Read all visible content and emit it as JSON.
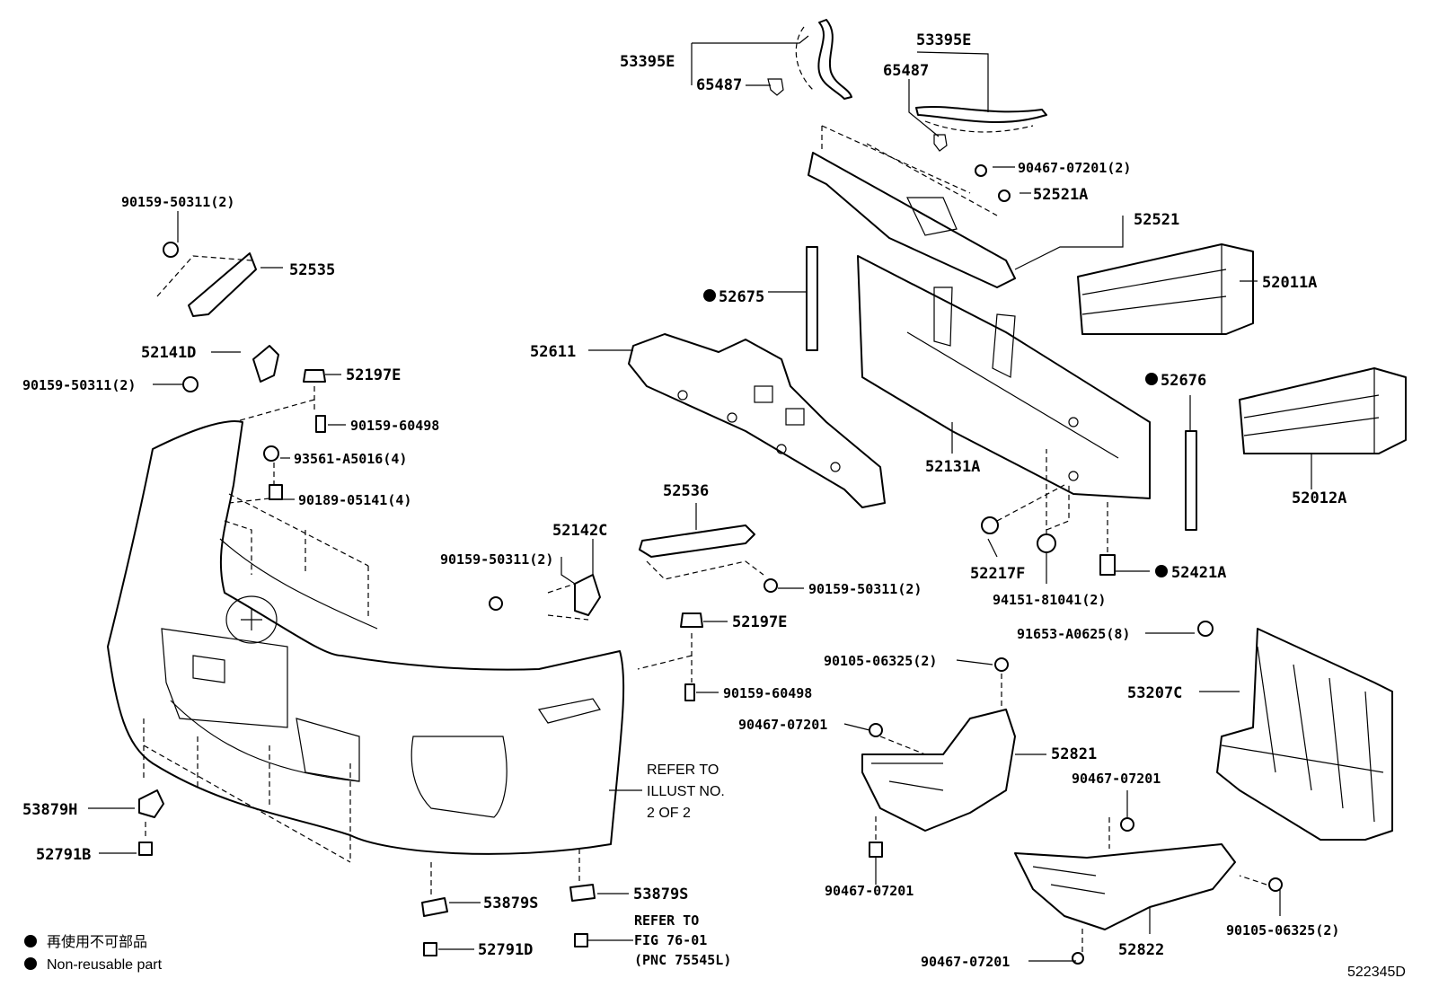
{
  "labels": {
    "p53395E_left": "53395E",
    "p65487_left": "65487",
    "p53395E_right": "53395E",
    "p65487_right": "65487",
    "p90467_07201_2": "90467-07201(2)",
    "p52521A": "52521A",
    "p52521": "52521",
    "p52011A": "52011A",
    "p90159_50311_2_top": "90159-50311(2)",
    "p52535": "52535",
    "p52675": "52675",
    "p52611": "52611",
    "p52141D": "52141D",
    "p90159_50311_2_mid": "90159-50311(2)",
    "p52197E_top": "52197E",
    "p90159_60498_top": "90159-60498",
    "p93561": "93561-A5016(4)",
    "p90189": "90189-05141(4)",
    "p52676": "52676",
    "p52131A": "52131A",
    "p52012A": "52012A",
    "p52536": "52536",
    "p52142C": "52142C",
    "p90159_50311_2_left": "90159-50311(2)",
    "p90159_50311_2_right": "90159-50311(2)",
    "p52217F": "52217F",
    "p52421A": "52421A",
    "p94151": "94151-81041(2)",
    "p52197E_bottom": "52197E",
    "p91653": "91653-A0625(8)",
    "p90105_06325_2_top": "90105-06325(2)",
    "p53207C": "53207C",
    "p90159_60498_bottom": "90159-60498",
    "p90467_07201_a": "90467-07201",
    "p52821": "52821",
    "p53879H": "53879H",
    "p52791B": "52791B",
    "p90467_07201_b": "90467-07201",
    "p90467_07201_c": "90467-07201",
    "p53879S_left": "53879S",
    "p53879S_right": "53879S",
    "p52791D": "52791D",
    "p90467_07201_d": "90467-07201",
    "p52822": "52822",
    "p90105_06325_2_bottom": "90105-06325(2)"
  },
  "notes": {
    "refer_illust_1": "REFER TO",
    "refer_illust_2": "ILLUST NO.",
    "refer_illust_3": "2 OF 2",
    "refer_fig_1": "REFER TO",
    "refer_fig_2": "FIG 76-01",
    "refer_fig_3": "(PNC 75545L)"
  },
  "legend": {
    "item1": "再使用不可部品",
    "item2": "Non-reusable part"
  },
  "diagram_id": "522345D"
}
